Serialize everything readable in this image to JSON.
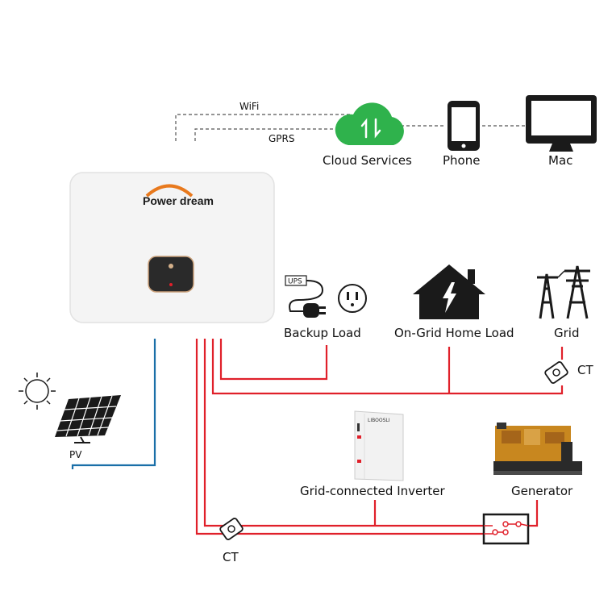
{
  "communication": {
    "wifi_label": "WiFi",
    "gprs_label": "GPRS",
    "cloud_label": "Cloud Services",
    "phone_label": "Phone",
    "mac_label": "Mac"
  },
  "inverter": {
    "brand": "Power dream"
  },
  "loads": {
    "backup_label": "Backup Load",
    "ups_tag": "UPS",
    "home_label": "On-Grid Home Load",
    "grid_label": "Grid"
  },
  "sensors": {
    "ct_grid_label": "CT",
    "ct_bottom_label": "CT"
  },
  "pv": {
    "label": "PV"
  },
  "equipment": {
    "grid_inverter_label": "Grid-connected Inverter",
    "battery_brand": "LIBOOSLI",
    "generator_label": "Generator"
  },
  "colors": {
    "ac_wire": "#e0202a",
    "pv_wire": "#1a6fa8",
    "cloud": "#2fb24c",
    "dash": "#555555",
    "device_dark": "#1a1a1a",
    "inverter_body": "#f4f4f4",
    "generator_body": "#c8871f",
    "brand_orange": "#e8791d"
  },
  "icons": {
    "cloud": "cloud-icon",
    "phone": "phone-icon",
    "mac": "monitor-icon",
    "house": "house-icon",
    "pylon": "pylon-icon",
    "sun": "sun-icon",
    "panel": "solar-panel-icon",
    "plug": "ups-plug-icon",
    "socket": "socket-icon",
    "ct": "ct-clamp-icon",
    "switch": "transfer-switch-icon"
  }
}
